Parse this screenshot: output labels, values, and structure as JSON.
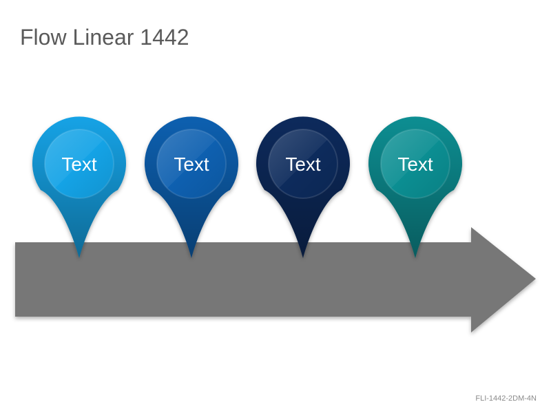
{
  "title": "Flow Linear 1442",
  "code": "FLI-1442-2DM-4N",
  "colors": {
    "arrow": "#777777",
    "pin_1": "#14a3e6",
    "pin_2": "#0e60b0",
    "pin_3": "#0d2b5c",
    "pin_4": "#0b8e92"
  },
  "pins": [
    {
      "label": "Text",
      "color_key": "pin_1"
    },
    {
      "label": "Text",
      "color_key": "pin_2"
    },
    {
      "label": "Text",
      "color_key": "pin_3"
    },
    {
      "label": "Text",
      "color_key": "pin_4"
    }
  ]
}
